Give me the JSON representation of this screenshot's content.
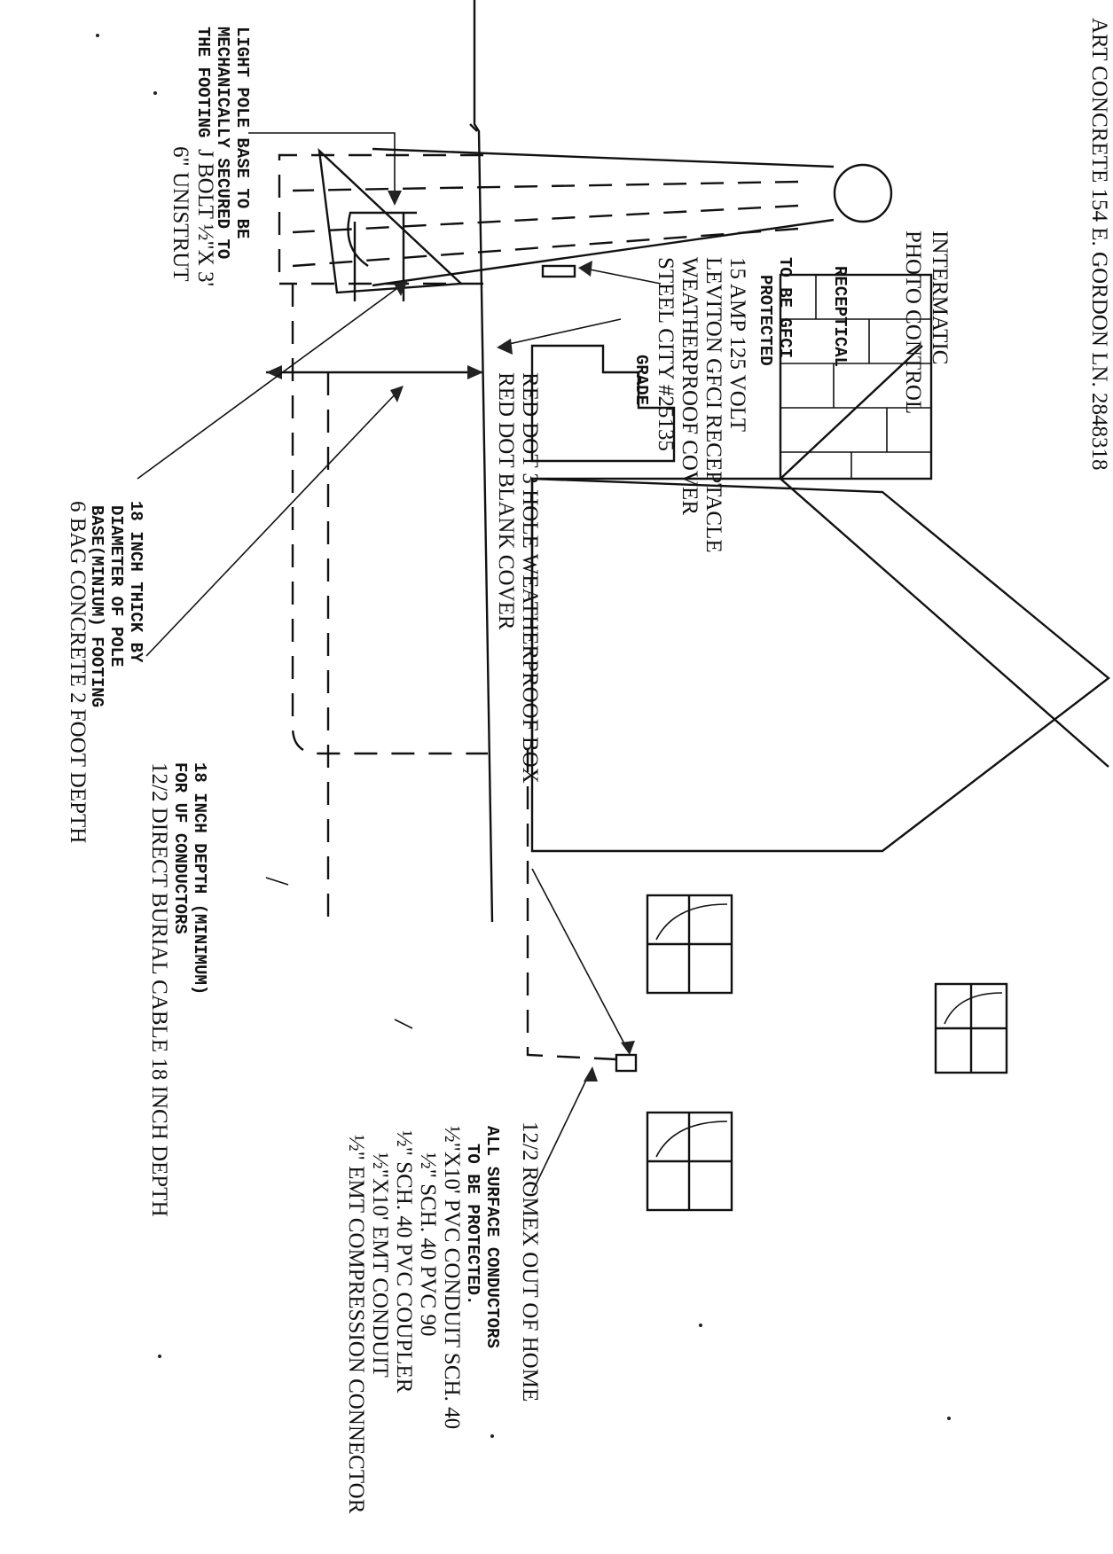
{
  "header": "ART CONCRETE 154 E. GORDON LN. 2848318",
  "labels": {
    "photo_control": [
      "INTERMATIC",
      "PHOTO CONTROL"
    ],
    "receptical": "RECEPTICAL",
    "gfci_protected": [
      "TO BE GFCI",
      "PROTECTED"
    ],
    "receptacle": [
      "15 AMP 125 VOLT",
      "LEVITON GFCI RECEPTACLE",
      "WEATHERPROOF COVER",
      "STEEL CITY #25135"
    ],
    "grade": "GRADE",
    "box": [
      "RED DOT 3 HOLE WEATHERPROOF BOX",
      "RED DOT BLANK COVER"
    ],
    "romex": "12/2 ROMEX OUT OF HOME",
    "surface": [
      "ALL SURFACE CONDUCTORS",
      "TO BE PROTECTED."
    ],
    "conduit": [
      "½\"X10' PVC CONDUIT SCH. 40",
      "½\" SCH. 40 PVC 90",
      "½\" SCH. 40 PVC COUPLER",
      "½\"X10' EMT CONDUIT",
      "½\" EMT COMPRESSION CONNECTOR"
    ],
    "pole_base": [
      "LIGHT POLE BASE TO BE",
      "MECHANICALLY SECURED TO",
      "THE FOOTING"
    ],
    "jbolt": "J BOLT ½\"X 3'",
    "unistrut": "6\" UNISTRUT",
    "footing": [
      "18 INCH THICK BY",
      "DIAMETER OF POLE",
      "BASE(MINIUM) FOOTING"
    ],
    "concrete": "6 BAG CONCRETE 2 FOOT DEPTH",
    "depth": [
      "18 INCH DEPTH (MINIMUM)",
      "FOR UF CONDUCTORS"
    ],
    "burial": "12/2 DIRECT BURIAL CABLE 18 INCH DEPTH"
  }
}
